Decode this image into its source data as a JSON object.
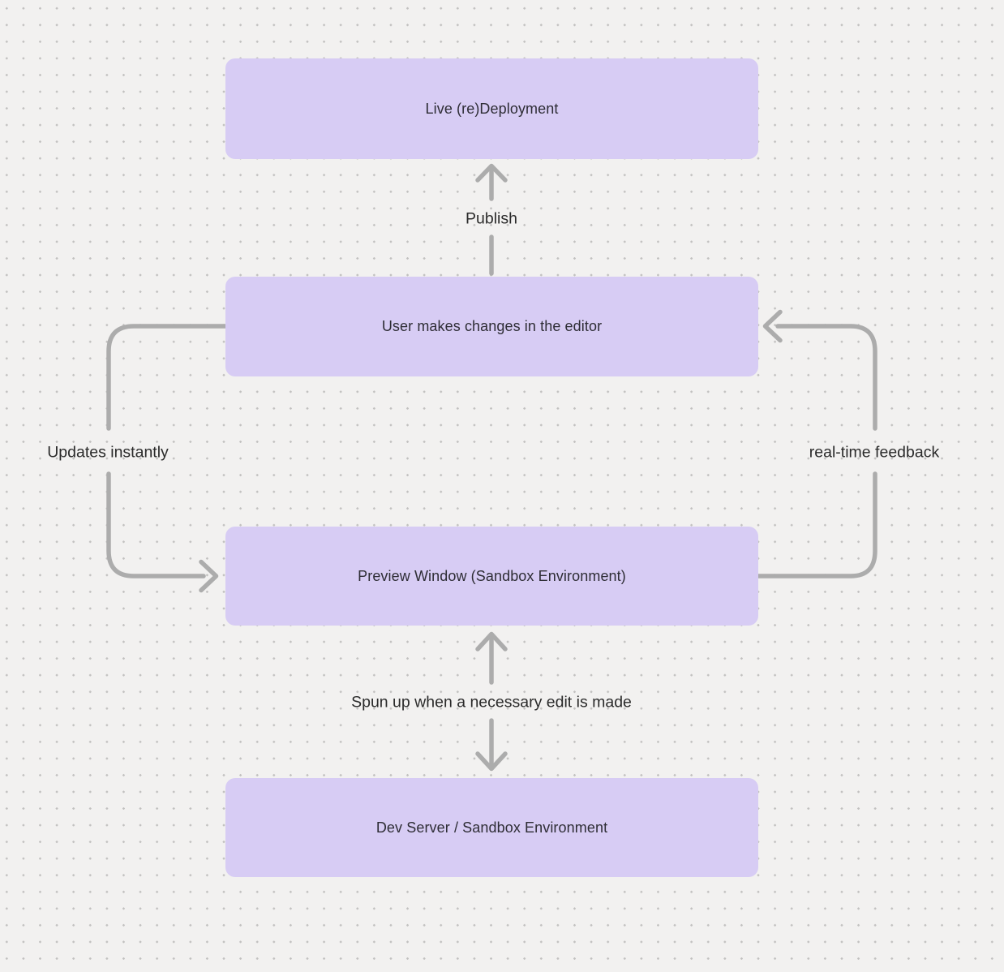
{
  "canvas": {
    "colors": {
      "background": "#f2f1f0",
      "dot": "#c2c1c0",
      "node_fill": "#d7ccf4",
      "node_text": "#2e2d35",
      "connector": "#acacac",
      "label_text": "#2b2b2b"
    }
  },
  "nodes": [
    {
      "id": "live-redeployment",
      "label": "Live (re)Deployment"
    },
    {
      "id": "user-edits",
      "label": "User makes changes in the editor"
    },
    {
      "id": "preview-window",
      "label": "Preview Window (Sandbox Environment)"
    },
    {
      "id": "dev-server",
      "label": "Dev Server / Sandbox Environment"
    }
  ],
  "edges": [
    {
      "id": "publish",
      "label": "Publish",
      "from": "user-edits",
      "to": "live-redeployment",
      "direction": "up"
    },
    {
      "id": "updates-instantly",
      "label": "Updates instantly",
      "from": "user-edits",
      "to": "preview-window",
      "direction": "down-left-loop"
    },
    {
      "id": "real-time-feedback",
      "label": "real-time feedback",
      "from": "preview-window",
      "to": "user-edits",
      "direction": "up-right-loop"
    },
    {
      "id": "spun-up",
      "label": "Spun up when a necessary edit is made",
      "from": "dev-server",
      "to": "preview-window",
      "bidirectional": true
    }
  ]
}
